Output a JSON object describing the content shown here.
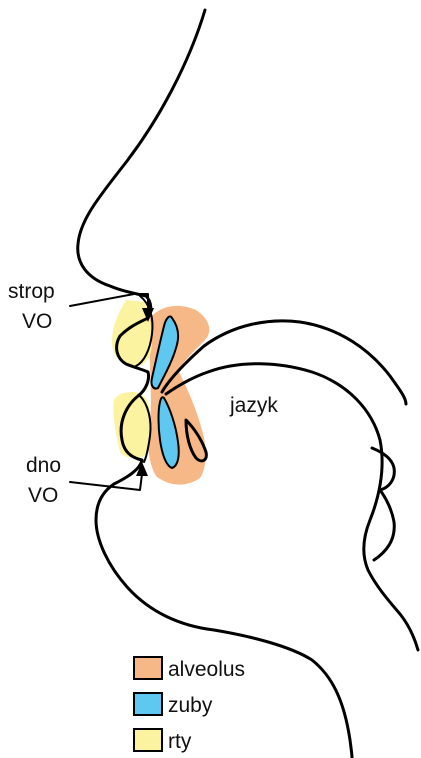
{
  "labels": {
    "roof_line1": "strop",
    "roof_line2": "VO",
    "floor_line1": "dno",
    "floor_line2": "VO",
    "tongue": "jazyk"
  },
  "legend": [
    {
      "label": "alveolus",
      "color": "#f6b886"
    },
    {
      "label": "zuby",
      "color": "#5fc8f0"
    },
    {
      "label": "rty",
      "color": "#fbf3a0"
    }
  ],
  "colors": {
    "alveolus": "#f6b886",
    "teeth": "#5fc8f0",
    "lips": "#fbf3a0",
    "outline": "#000000"
  }
}
